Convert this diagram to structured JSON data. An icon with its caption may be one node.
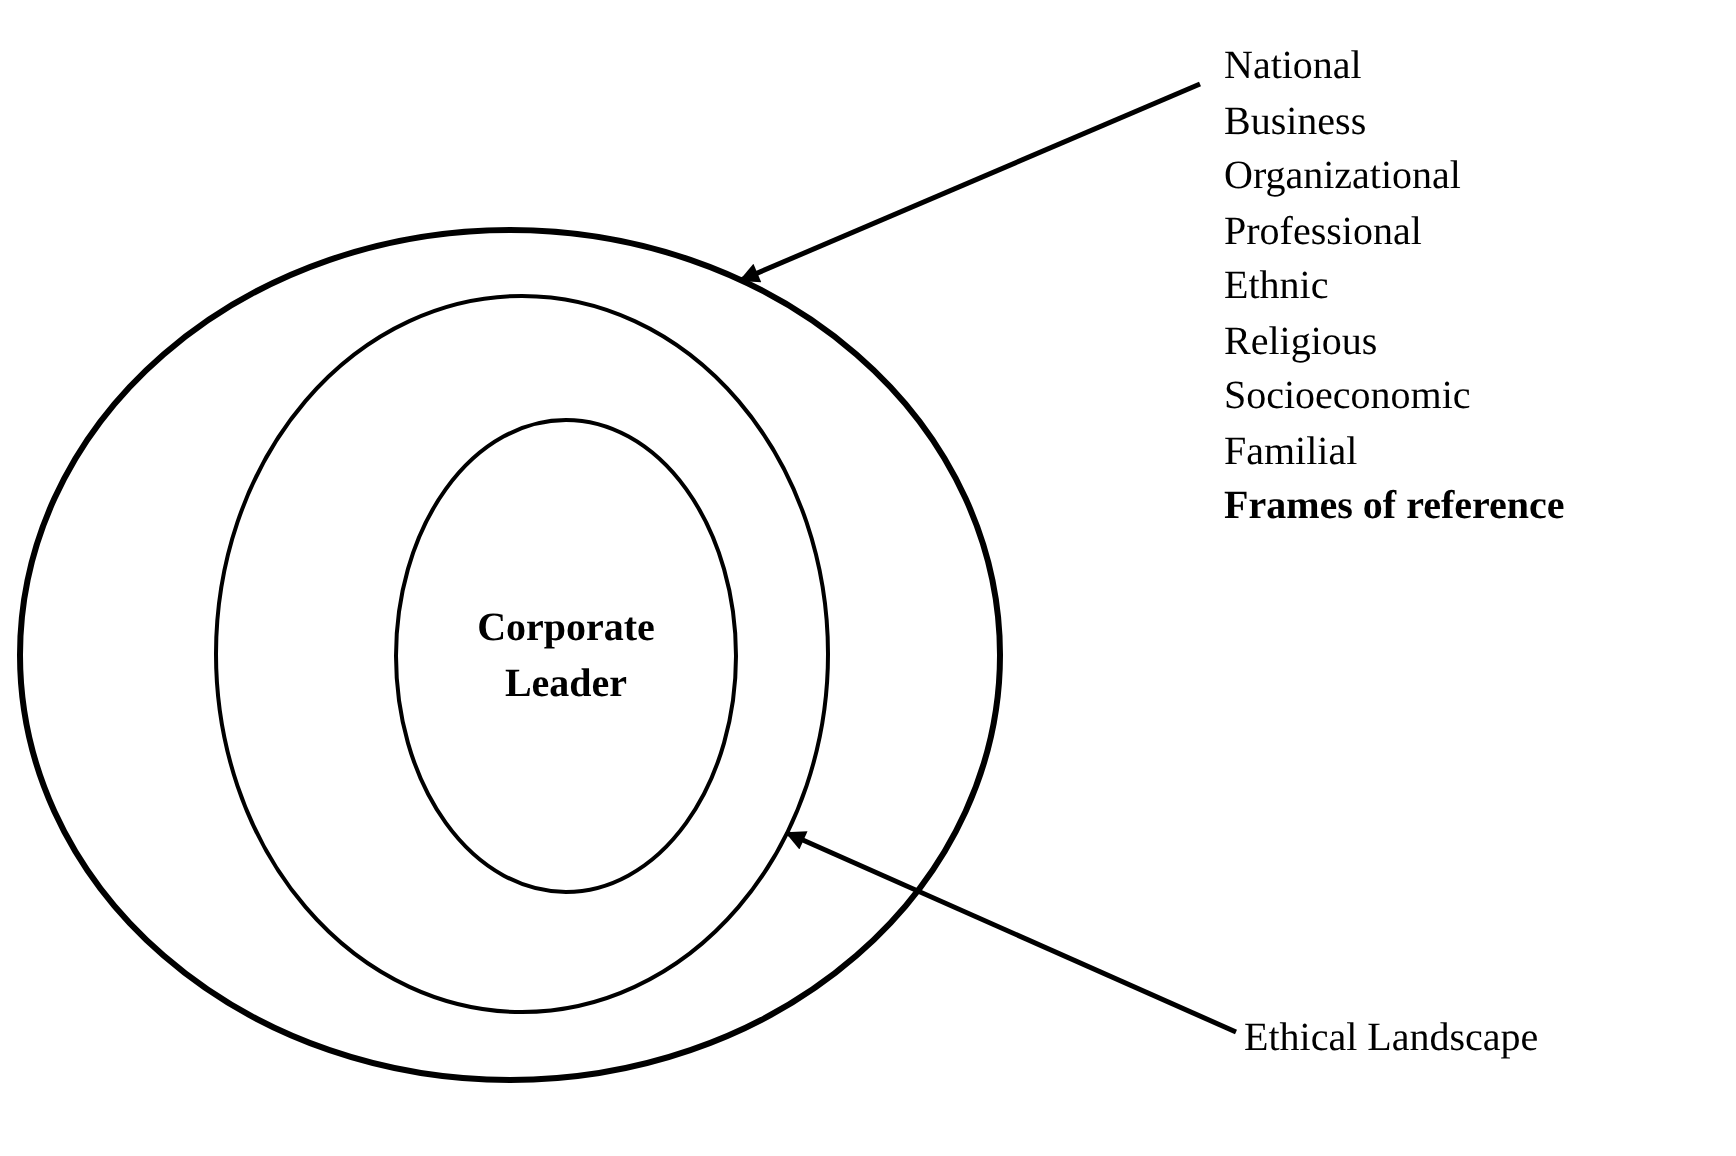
{
  "diagram": {
    "nodes": [
      {
        "text": [],
        "shape": "circle"
      },
      {
        "text": [],
        "shape": "circle",
        "in": 0
      },
      {
        "text": [
          "Corporate Leader"
        ],
        "in": 1
      },
      {
        "text": [
          "National",
          "Business",
          "Organizational",
          "Professional",
          "Ethnic",
          "Religious",
          "Socioeconomic",
          "Familial",
          "Frames of reference"
        ]
      },
      {
        "text": [
          "Ethical Landscape"
        ]
      }
    ],
    "edges": [
      {
        "from": 3,
        "to": 0,
        "arrow": "to"
      },
      {
        "from": 4,
        "to": 1,
        "arrow": "to"
      }
    ]
  }
}
